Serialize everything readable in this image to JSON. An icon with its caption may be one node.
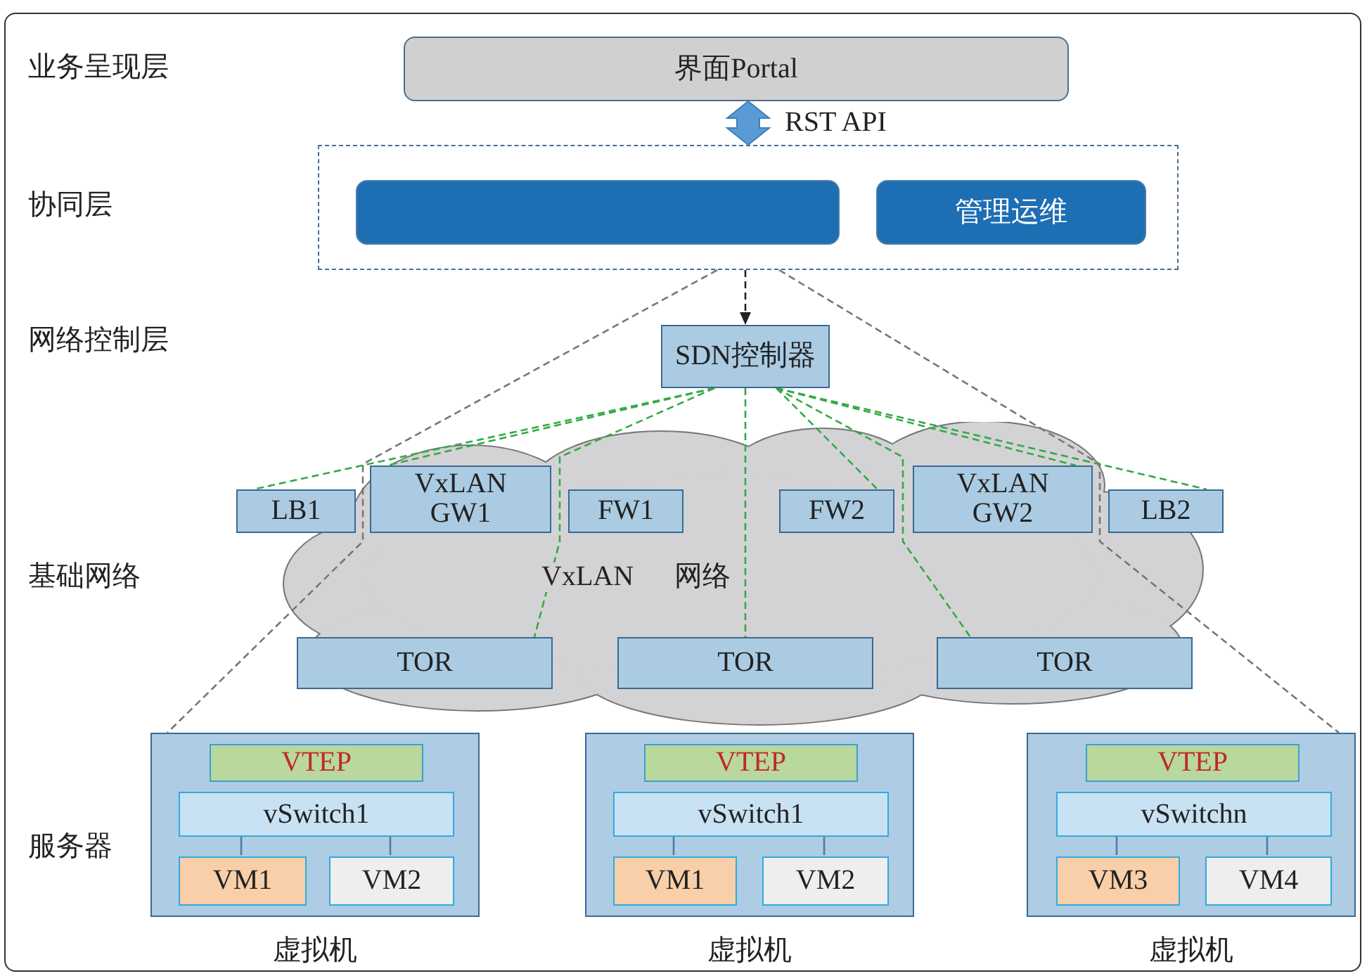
{
  "diagram": {
    "nodes": [
      {
        "text": [
          "界面Portal"
        ]
      },
      {
        "text": [],
        "shape": "box"
      },
      {
        "text": [],
        "shape": "box",
        "in": 1
      },
      {
        "text": [
          "管理运维"
        ],
        "in": 1
      },
      {
        "text": [
          "SDN控制器"
        ]
      },
      {
        "text": [
          "VxLAN 网络"
        ]
      },
      {
        "text": [
          "LB1"
        ],
        "in": 5
      },
      {
        "text": [
          "VxLAN GW1"
        ],
        "in": 5
      },
      {
        "text": [
          "FW1"
        ],
        "in": 5
      },
      {
        "text": [
          "FW2"
        ],
        "in": 5
      },
      {
        "text": [
          "VxLAN GW2"
        ],
        "in": 5
      },
      {
        "text": [
          "LB2"
        ],
        "in": 5
      },
      {
        "text": [
          "TOR"
        ],
        "in": 5
      },
      {
        "text": [
          "TOR"
        ],
        "in": 5
      },
      {
        "text": [
          "TOR"
        ],
        "in": 5
      },
      {
        "text": [],
        "shape": "box",
        "beside": [
          "虚拟机"
        ]
      },
      {
        "text": [
          "VTEP"
        ],
        "in": 15
      },
      {
        "text": [
          "vSwitch1"
        ],
        "in": 15
      },
      {
        "text": [
          "VM1"
        ],
        "in": 15
      },
      {
        "text": [
          "VM2"
        ],
        "in": 15
      },
      {
        "text": [],
        "shape": "box",
        "beside": [
          "虚拟机"
        ]
      },
      {
        "text": [
          "VTEP"
        ],
        "in": 20
      },
      {
        "text": [
          "vSwitch1"
        ],
        "in": 20
      },
      {
        "text": [
          "VM1"
        ],
        "in": 20
      },
      {
        "text": [
          "VM2"
        ],
        "in": 20
      },
      {
        "text": [],
        "shape": "box",
        "beside": [
          "虚拟机"
        ]
      },
      {
        "text": [
          "VTEP"
        ],
        "in": 25
      },
      {
        "text": [
          "vSwitchn"
        ],
        "in": 25
      },
      {
        "text": [
          "VM3"
        ],
        "in": 25
      },
      {
        "text": [
          "VM4"
        ],
        "in": 25
      }
    ],
    "edges": [
      {
        "from": 0,
        "to": 1,
        "arrow": "both",
        "label": "RST API",
        "style": "thick",
        "color": "#5b9bd5"
      },
      {
        "from": 1,
        "to": 4,
        "arrow": "to",
        "style": "dashed",
        "color": "#222222"
      },
      {
        "from": 1,
        "to": 15,
        "arrow": "none",
        "style": "dashed",
        "color": "#777777"
      },
      {
        "from": 1,
        "to": 25,
        "arrow": "none",
        "style": "dashed",
        "color": "#777777"
      },
      {
        "from": 4,
        "to": 6,
        "arrow": "none",
        "style": "dashed"
      },
      {
        "from": 4,
        "to": 7,
        "arrow": "none",
        "style": "dashed"
      },
      {
        "from": 4,
        "to": 12,
        "arrow": "none",
        "style": "dashed"
      },
      {
        "from": 4,
        "to": 13,
        "arrow": "none",
        "style": "dashed"
      },
      {
        "from": 4,
        "to": 9,
        "arrow": "none",
        "style": "dashed"
      },
      {
        "from": 4,
        "to": 14,
        "arrow": "none",
        "style": "dashed"
      },
      {
        "from": 4,
        "to": 10,
        "arrow": "none",
        "style": "dashed"
      },
      {
        "from": 4,
        "to": 11,
        "arrow": "none",
        "style": "dashed"
      },
      {
        "from": 17,
        "to": 18,
        "arrow": "none",
        "color": "#4a7ea8"
      },
      {
        "from": 17,
        "to": 19,
        "arrow": "none",
        "color": "#4a7ea8"
      },
      {
        "from": 22,
        "to": 23,
        "arrow": "none",
        "color": "#4a7ea8"
      },
      {
        "from": 22,
        "to": 24,
        "arrow": "none",
        "color": "#4a7ea8"
      },
      {
        "from": 27,
        "to": 28,
        "arrow": "none",
        "color": "#4a7ea8"
      },
      {
        "from": 27,
        "to": 29,
        "arrow": "none",
        "color": "#4a7ea8"
      }
    ],
    "labels": [
      "业务呈现层",
      "协同层",
      "网络控制层",
      "基础网络",
      "服务器"
    ]
  }
}
